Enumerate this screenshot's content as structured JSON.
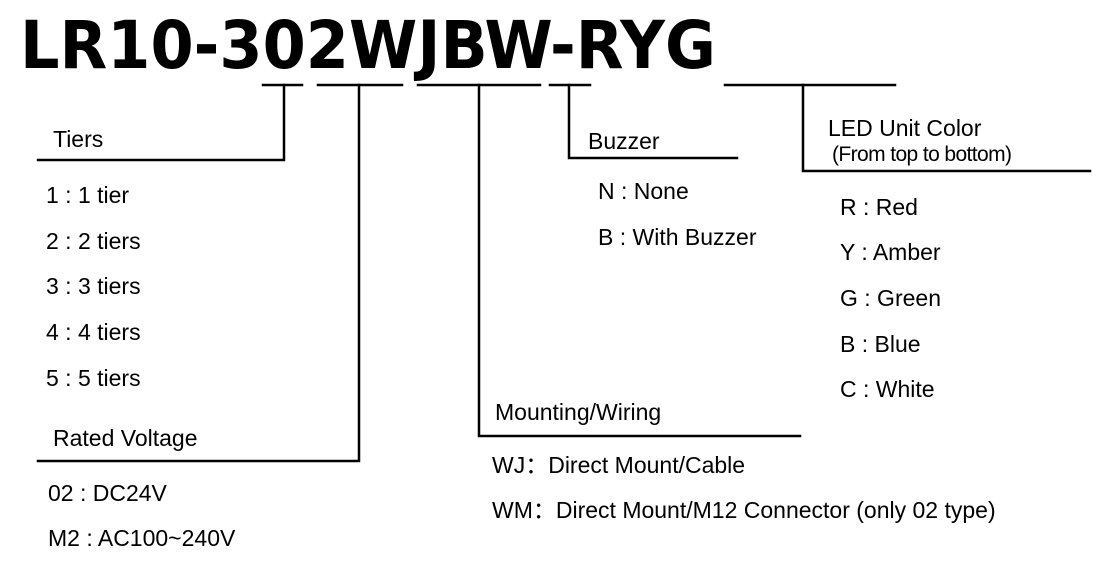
{
  "model_code": {
    "prefix": "LR10-",
    "tier_digit": "3",
    "voltage_code": "02",
    "mounting_code": "WJ",
    "buzzer_code": "B",
    "suffix": "W-",
    "led_colors": "RYG"
  },
  "sections": {
    "tiers": {
      "title": "Tiers",
      "options": [
        "1 : 1 tier",
        "2 : 2 tiers",
        "3 : 3 tiers",
        "4 : 4 tiers",
        "5 : 5 tiers"
      ]
    },
    "rated_voltage": {
      "title": "Rated Voltage",
      "options": [
        "02 : DC24V",
        "M2 : AC100~240V"
      ]
    },
    "mounting_wiring": {
      "title": "Mounting/Wiring",
      "options": [
        "WJ：Direct Mount/Cable",
        "WM：Direct Mount/M12 Connector (only 02 type)"
      ]
    },
    "buzzer": {
      "title": "Buzzer",
      "options": [
        "N : None",
        "B : With Buzzer"
      ]
    },
    "led_unit_color": {
      "title": "LED Unit Color",
      "subtitle": "(From top to bottom)",
      "options": [
        "R : Red",
        "Y : Amber",
        "G : Green",
        "B : Blue",
        "C : White"
      ]
    }
  }
}
